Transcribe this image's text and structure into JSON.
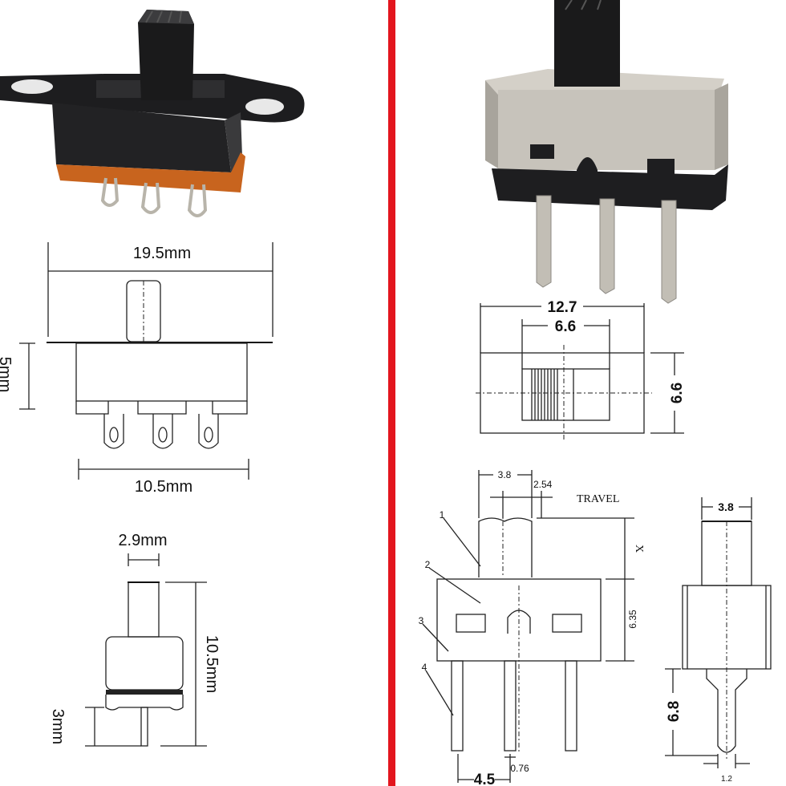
{
  "left_panel": {
    "side_view": {
      "width_label": "19.5mm",
      "height_label": "5mm",
      "pin_span_label": "10.5mm"
    },
    "end_view": {
      "knob_width_label": "2.9mm",
      "total_height_label": "10.5mm",
      "pin_length_label": "3mm"
    }
  },
  "right_panel": {
    "top_view": {
      "length_label": "12.7",
      "slot_label": "6.6",
      "width_label": "6.6"
    },
    "front_view": {
      "knob_label": "3.8",
      "travel_label": "2.54",
      "travel_text": "TRAVEL",
      "x_label": "X",
      "body_height_label": "6.35",
      "pitch_label": "4.5",
      "pin_thickness_label": "0.76",
      "callouts": [
        "1",
        "2",
        "3",
        "4"
      ]
    },
    "side_view": {
      "knob_label": "3.8",
      "pin_length_label": "6.8",
      "pin_width_label": "1.2"
    }
  },
  "colors": {
    "divider": "#e3161e",
    "housing_black": "#1c1c1e",
    "base_orange": "#c8641e",
    "metal": "#c8c4bc"
  }
}
